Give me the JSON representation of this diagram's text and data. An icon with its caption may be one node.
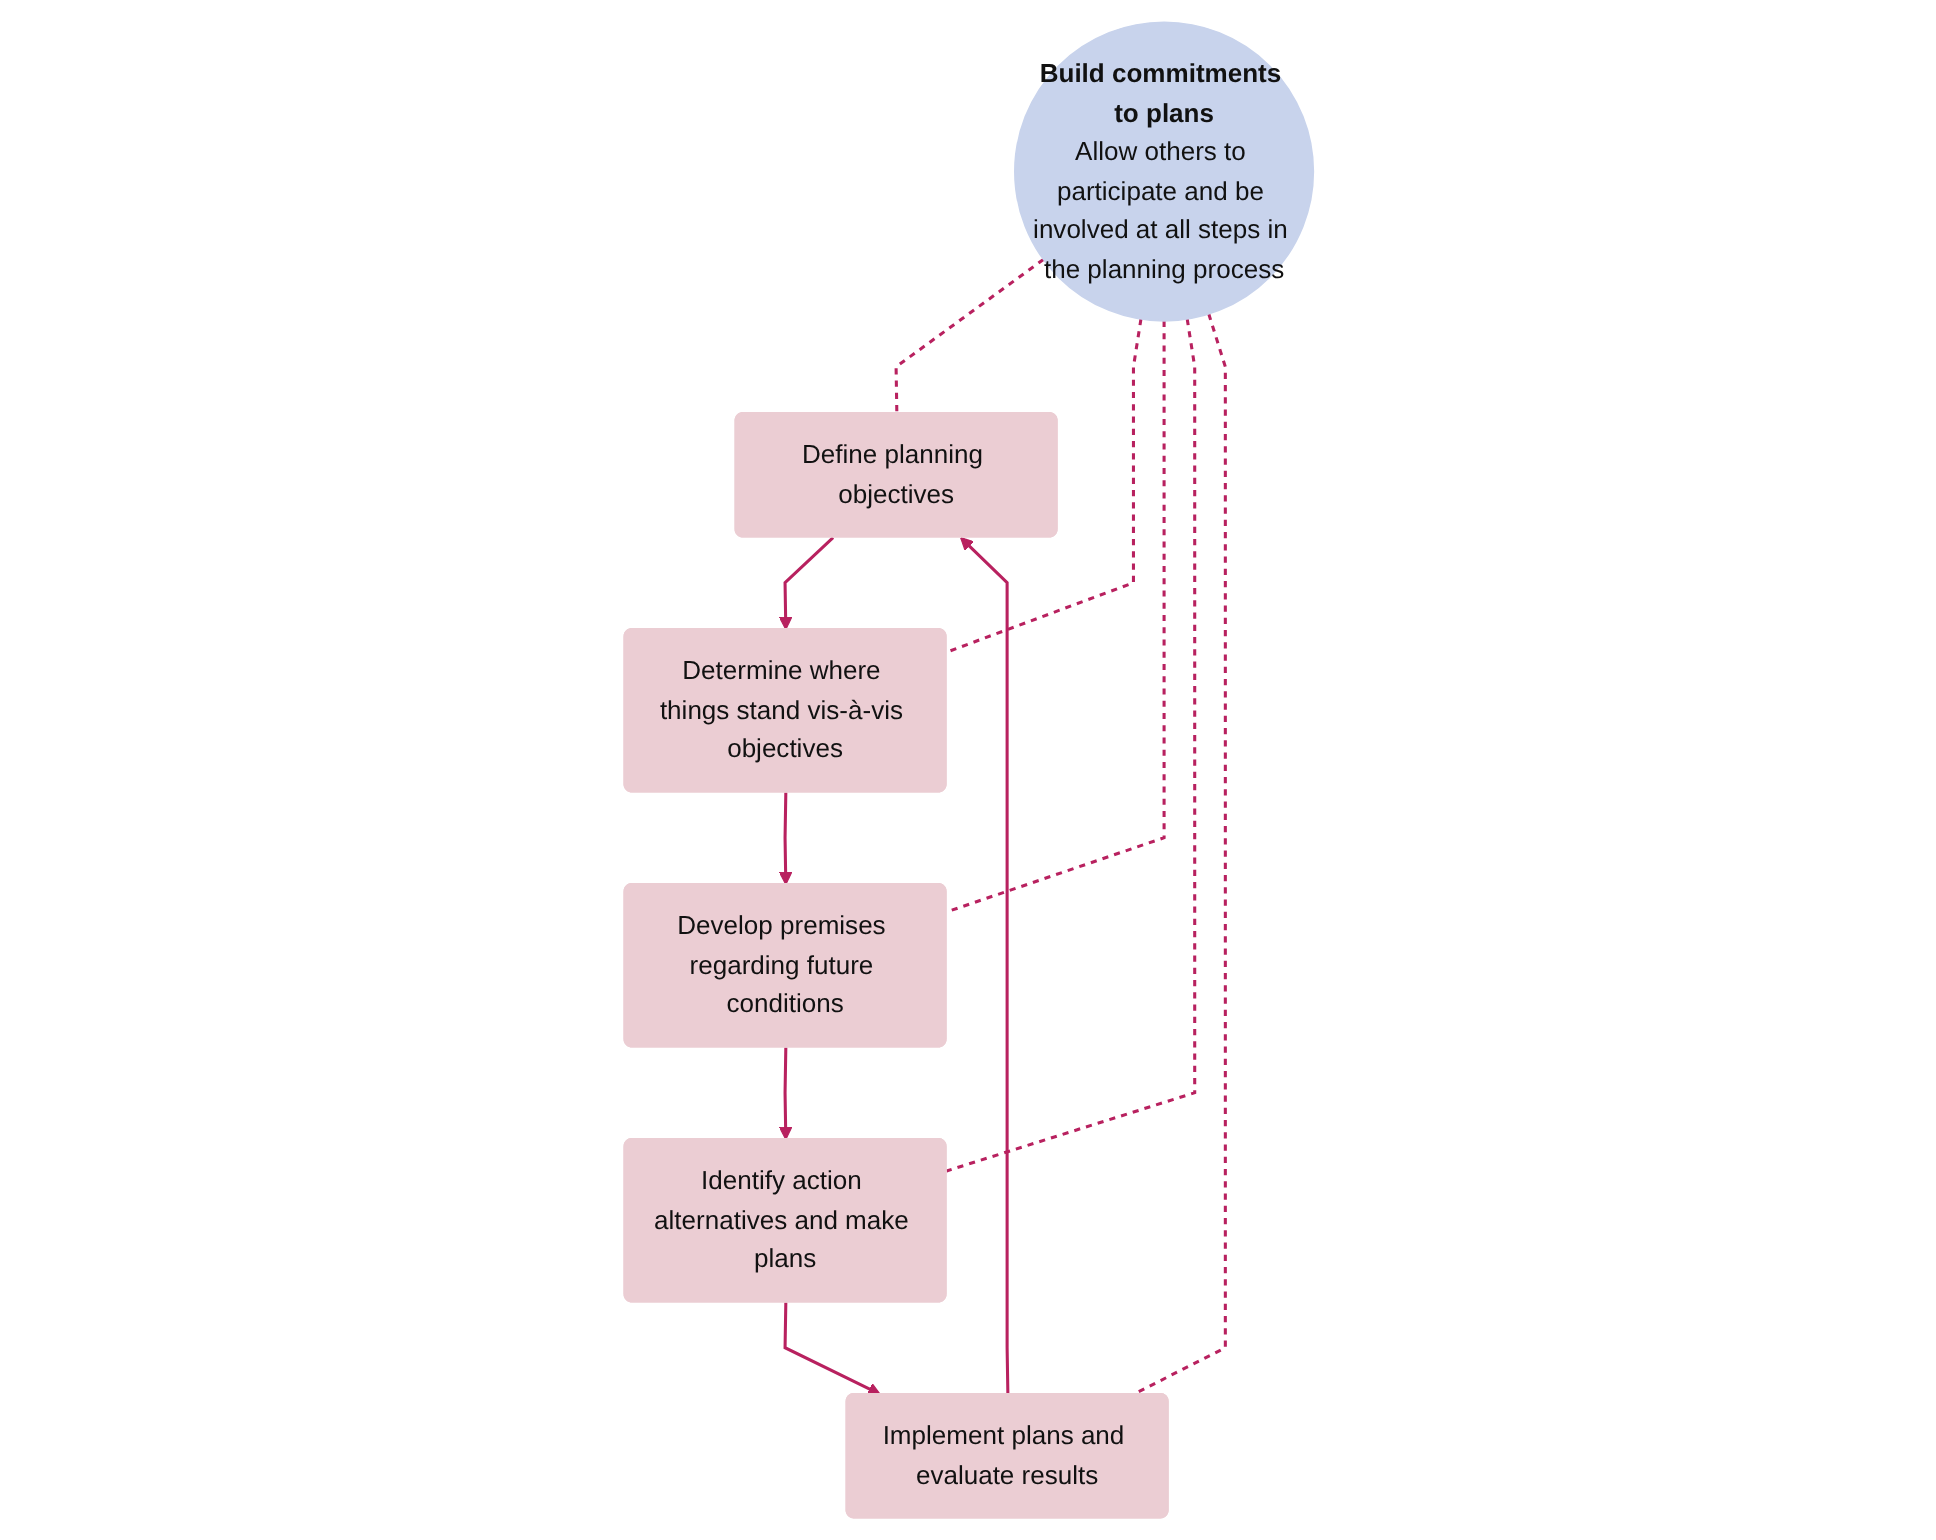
{
  "diagram": {
    "nodes": [
      {
        "text": [
          "Define planning objectives"
        ]
      },
      {
        "text": [
          "Determine where things stand vis-à-vis objectives"
        ]
      },
      {
        "text": [
          "Develop premises regarding future conditions"
        ]
      },
      {
        "text": [
          "Identify action alternatives and make plans"
        ]
      },
      {
        "text": [
          "Implement plans and evaluate results"
        ]
      },
      {
        "text": [
          "Build commitments to plans",
          "Allow others to participate and be involved at all steps in the planning process"
        ]
      }
    ],
    "edges": [
      {
        "from": 0,
        "to": 1,
        "arrow": "to"
      },
      {
        "from": 1,
        "to": 2,
        "arrow": "to"
      },
      {
        "from": 2,
        "to": 3,
        "arrow": "to"
      },
      {
        "from": 3,
        "to": 4,
        "arrow": "to"
      },
      {
        "from": 4,
        "to": 0,
        "arrow": "to"
      },
      {
        "from": 5,
        "to": 0,
        "arrow": "none",
        "style": "dashed"
      },
      {
        "from": 5,
        "to": 1,
        "arrow": "none",
        "style": "dashed"
      },
      {
        "from": 5,
        "to": 2,
        "arrow": "none",
        "style": "dashed"
      },
      {
        "from": 5,
        "to": 3,
        "arrow": "none",
        "style": "dashed"
      },
      {
        "from": 5,
        "to": 4,
        "arrow": "none",
        "style": "dashed"
      }
    ]
  }
}
